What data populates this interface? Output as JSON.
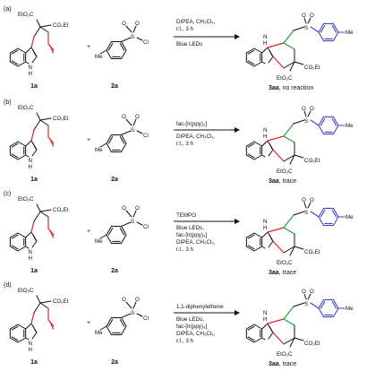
{
  "panels": [
    {
      "label": "(a)",
      "conditions": [
        "DIPEA, CH₂Cl₂,",
        "r.t., 3 h",
        "Blue LEDs"
      ],
      "product_label": "3aa",
      "outcome": ", no reaction"
    },
    {
      "label": "(b)",
      "conditions": [
        "fac-[Ir(ppy)₃]",
        "DIPEA, CH₂Cl₂,",
        "r.t., 3 h"
      ],
      "product_label": "3aa",
      "outcome": ", trace"
    },
    {
      "label": "(c)",
      "conditions": [
        "TEMPO",
        "Blue LEDs,",
        "fac-[Ir(ppy)₃]",
        "DIPEA, CH₂Cl₂,",
        "r.t., 3 h"
      ],
      "product_label": "3aa",
      "outcome": ", trace"
    },
    {
      "label": "(d)",
      "conditions": [
        "1,1-diphenylethene",
        "Blue LEDs,",
        "fac-[Ir(ppy)₃]",
        "DIPEA, CH₂Cl₂,",
        "r.t., 3 h"
      ],
      "product_label": "3aa",
      "outcome": ", trace"
    }
  ],
  "reactant1_label": "1a",
  "reactant2_label": "2a",
  "plus_sign": "+",
  "atoms": {
    "ester_a": "EtO₂C",
    "ester_b": "CO₂Et",
    "nh": "N",
    "h": "H",
    "s": "S",
    "o": "O",
    "cl": "Cl",
    "me": "Me"
  },
  "colors": {
    "indole_chain": "#e0242a",
    "new_ring_bonds": "#1fa23a",
    "sulfonyl_aryl": "#3d44c9"
  }
}
